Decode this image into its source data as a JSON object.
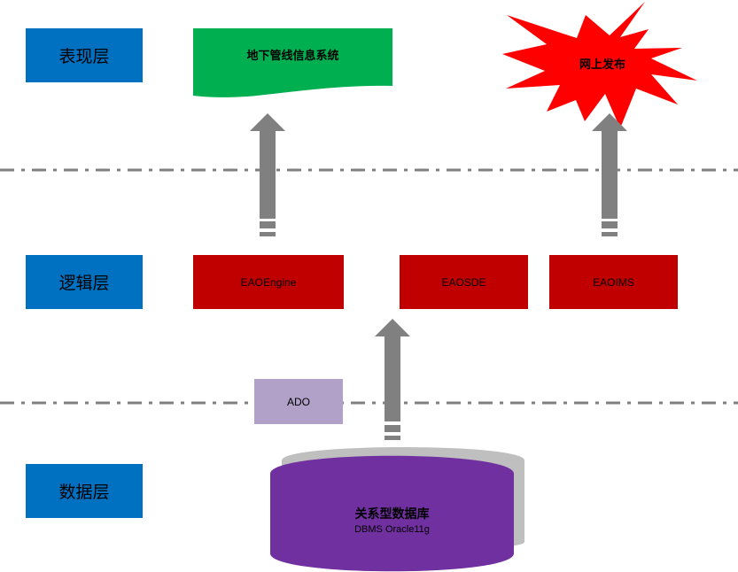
{
  "layers": {
    "presentation": "表现层",
    "logic": "逻辑层",
    "data": "数据层"
  },
  "presentation": {
    "system": "地下管线信息系统",
    "publish": "网上发布"
  },
  "logic": {
    "modules": [
      "EAOEngine",
      "EAOSDE",
      "EAOIMS"
    ]
  },
  "access": {
    "ado": "ADO"
  },
  "database": {
    "title": "关系型数据库",
    "subtitle": "DBMS Oracle11g"
  },
  "colors": {
    "layer_label": "#0070c0",
    "system_doc": "#00b050",
    "publish_burst": "#ff0000",
    "module": "#c00000",
    "ado": "#b1a0c7",
    "database": "#7030a0",
    "database_shadow": "#bfbfbf",
    "arrow": "#808080",
    "divider": "#808080"
  }
}
